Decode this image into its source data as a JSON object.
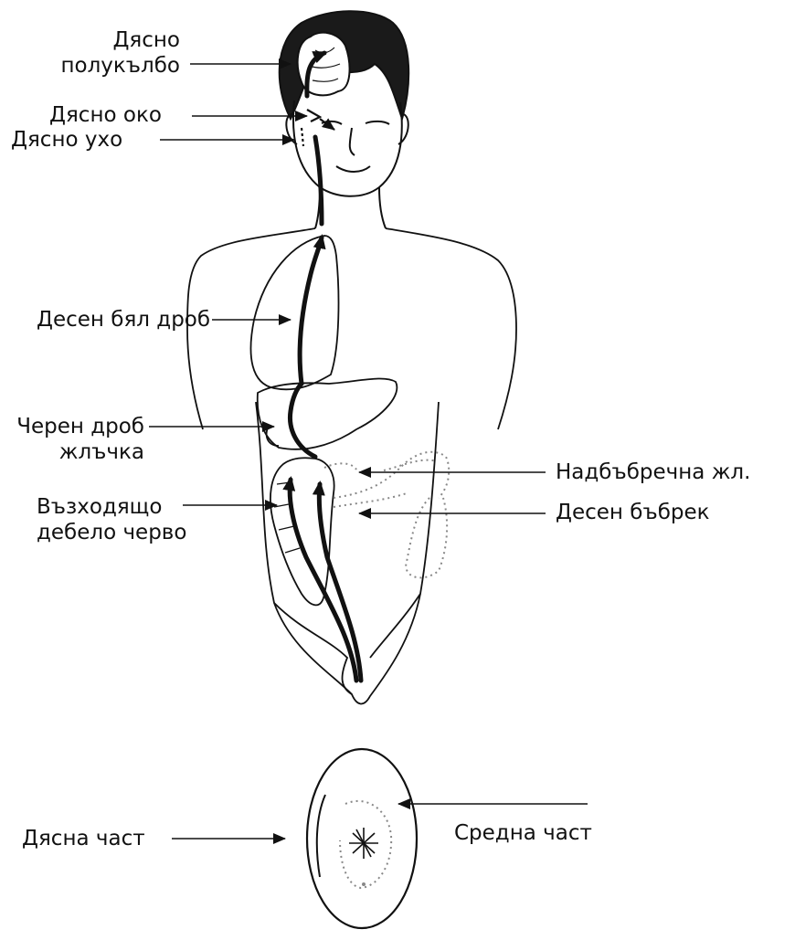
{
  "colors": {
    "ink": "#111111",
    "background": "#ffffff"
  },
  "labels": {
    "right_hemisphere": "Дясно\nполукълбо",
    "right_eye": "Дясно око",
    "right_ear": "Дясно ухо",
    "right_lung": "Десен бял дроб",
    "liver_gallbladder": "Черен дроб\nжлъчка",
    "ascending_colon": "Възходящо\nдебело черво",
    "adrenal_gland": "Надбъбречна жл.",
    "right_kidney": "Десен бъбрек",
    "right_part": "Дясна част",
    "middle_part": "Средна част"
  }
}
